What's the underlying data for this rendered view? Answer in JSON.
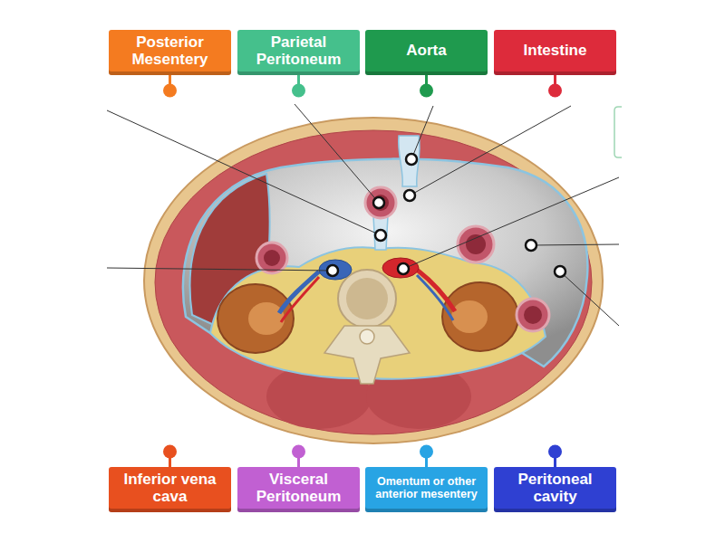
{
  "diagram": {
    "nodes": [
      {
        "text": [
          "Posterior Mesentery"
        ]
      },
      {
        "text": [
          "Parietal Peritoneum"
        ]
      },
      {
        "text": [
          "Aorta"
        ]
      },
      {
        "text": [
          "Intestine"
        ]
      },
      {
        "text": [
          "Inferior vena cava"
        ]
      },
      {
        "text": [
          "Visceral Peritoneum"
        ]
      },
      {
        "text": [
          "Omentum or other anterior mesentery"
        ]
      },
      {
        "text": [
          "Peritoneal cavity"
        ]
      }
    ]
  }
}
